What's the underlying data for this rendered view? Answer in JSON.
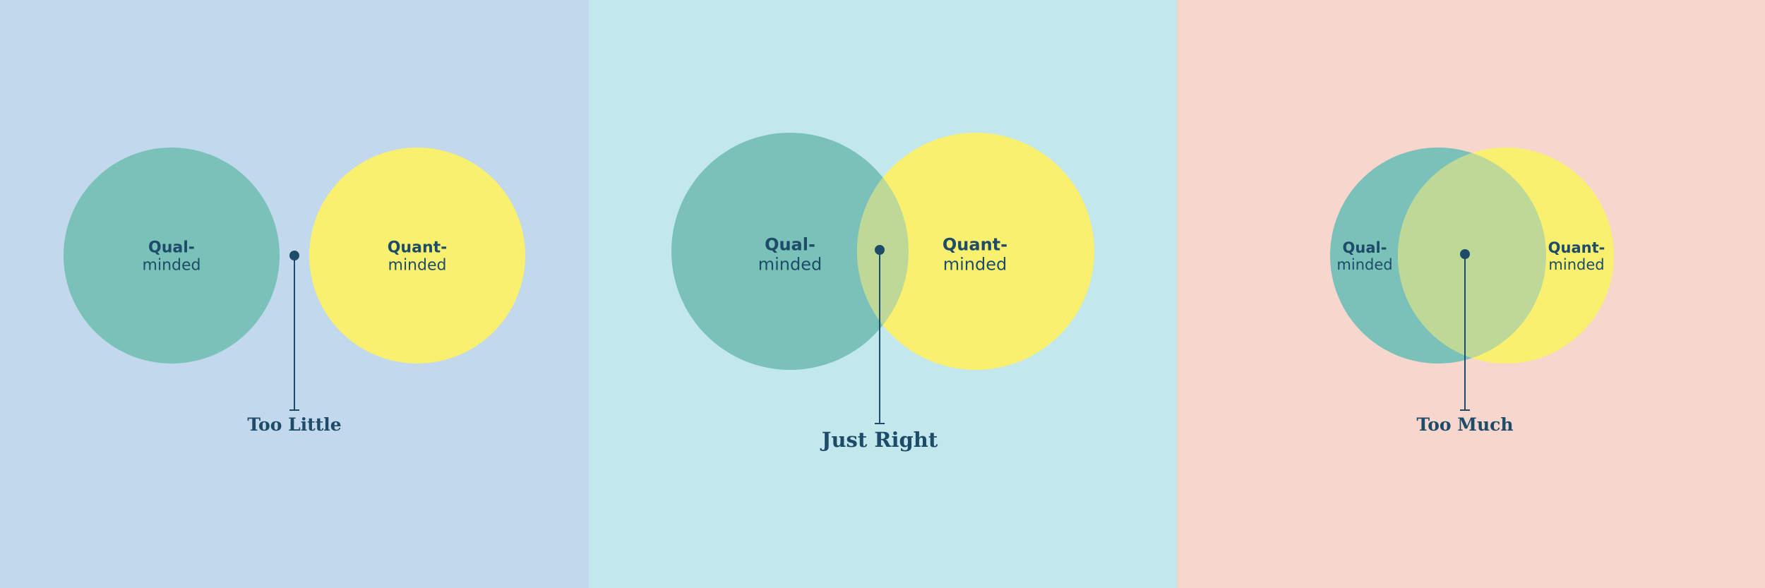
{
  "colors": {
    "panel_backgrounds": [
      "#c2d8ec",
      "#c2e8ed",
      "#f7d6ce"
    ],
    "qual_circle": "#79c1b9",
    "quant_circle": "#f9f06f",
    "overlap": "#bdd897",
    "ink": "#1d4b68"
  },
  "panels": [
    {
      "qual": {
        "line1": "Qual-",
        "line2": "minded"
      },
      "quant": {
        "line1": "Quant-",
        "line2": "minded"
      },
      "caption": "Too Little"
    },
    {
      "qual": {
        "line1": "Qual-",
        "line2": "minded"
      },
      "quant": {
        "line1": "Quant-",
        "line2": "minded"
      },
      "caption": "Just Right"
    },
    {
      "qual": {
        "line1": "Qual-",
        "line2": "minded"
      },
      "quant": {
        "line1": "Quant-",
        "line2": "minded"
      },
      "caption": "Too Much"
    }
  ]
}
